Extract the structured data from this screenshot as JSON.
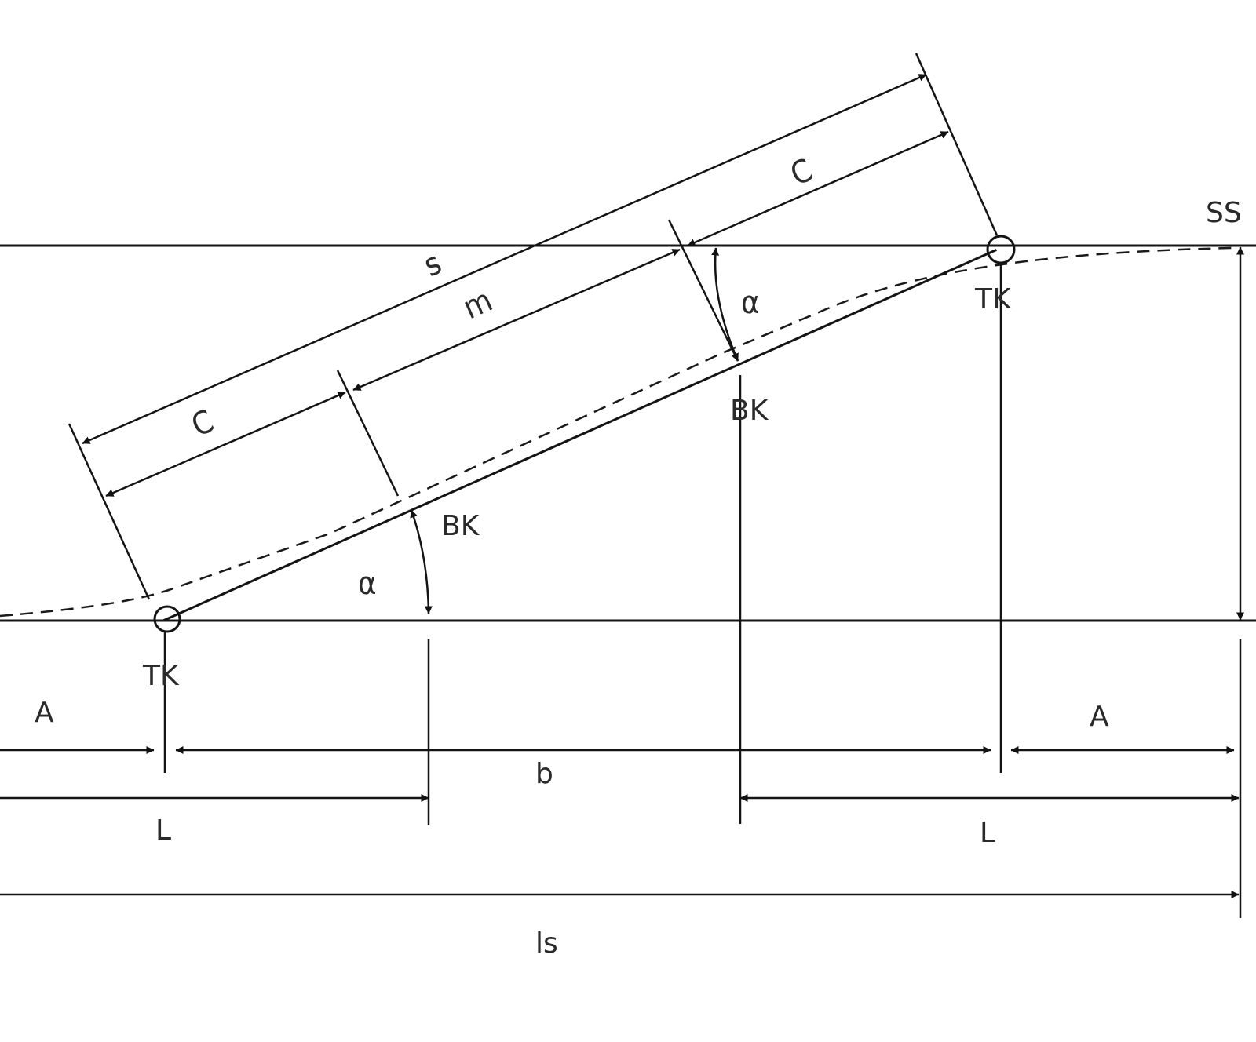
{
  "diagram": {
    "labels": {
      "s": "s",
      "m": "m",
      "c_upper": "C",
      "c_lower": "C",
      "alpha_upper": "α",
      "alpha_lower": "α",
      "bk_upper": "BK",
      "bk_lower": "BK",
      "tk_upper": "TK",
      "tk_lower": "TK",
      "ss": "SS",
      "a_left": "A",
      "a_right": "A",
      "b": "b",
      "l_left": "L",
      "l_right": "L",
      "ls": "ls"
    }
  }
}
